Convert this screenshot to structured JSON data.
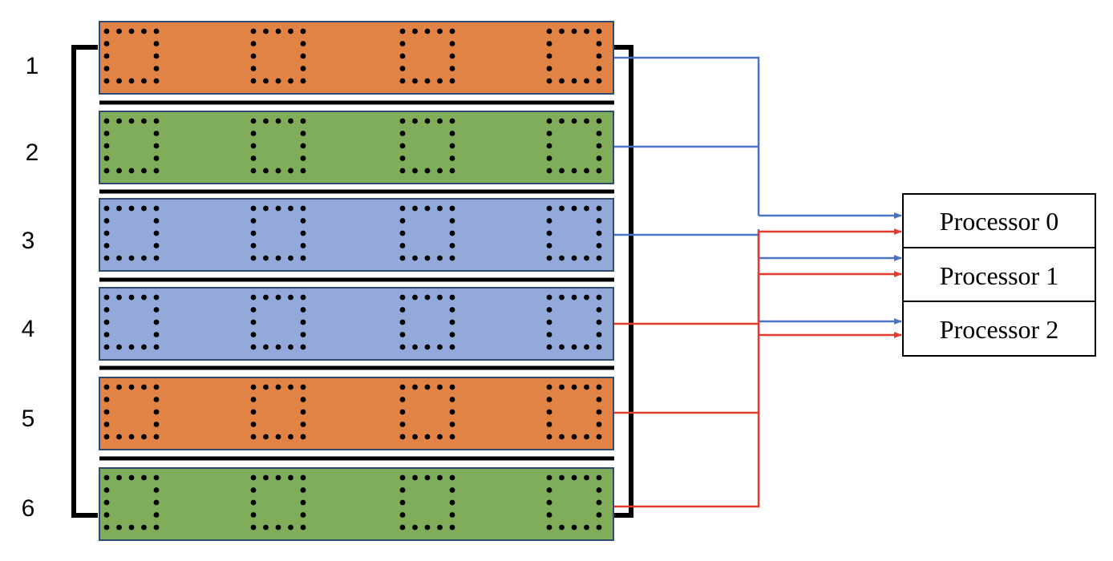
{
  "rows": [
    {
      "number": "1",
      "color": "#e08344",
      "target": "Processor 0",
      "wire": "blue"
    },
    {
      "number": "2",
      "color": "#7fad5a",
      "target": "Processor 1",
      "wire": "blue"
    },
    {
      "number": "3",
      "color": "#93a9d9",
      "target": "Processor 2",
      "wire": "blue"
    },
    {
      "number": "4",
      "color": "#93a9d9",
      "target": "Processor 0",
      "wire": "red"
    },
    {
      "number": "5",
      "color": "#e08344",
      "target": "Processor 1",
      "wire": "red"
    },
    {
      "number": "6",
      "color": "#7fad5a",
      "target": "Processor 2",
      "wire": "red"
    }
  ],
  "processors": [
    "Processor 0",
    "Processor 1",
    "Processor 2"
  ],
  "colors": {
    "orange": "#e08344",
    "green": "#7fad5a",
    "blue_fill": "#93a9d9",
    "border": "#2d4a6f",
    "blue_wire": "#4a72c4",
    "red_wire": "#e33b2d",
    "dots": "#000000"
  }
}
